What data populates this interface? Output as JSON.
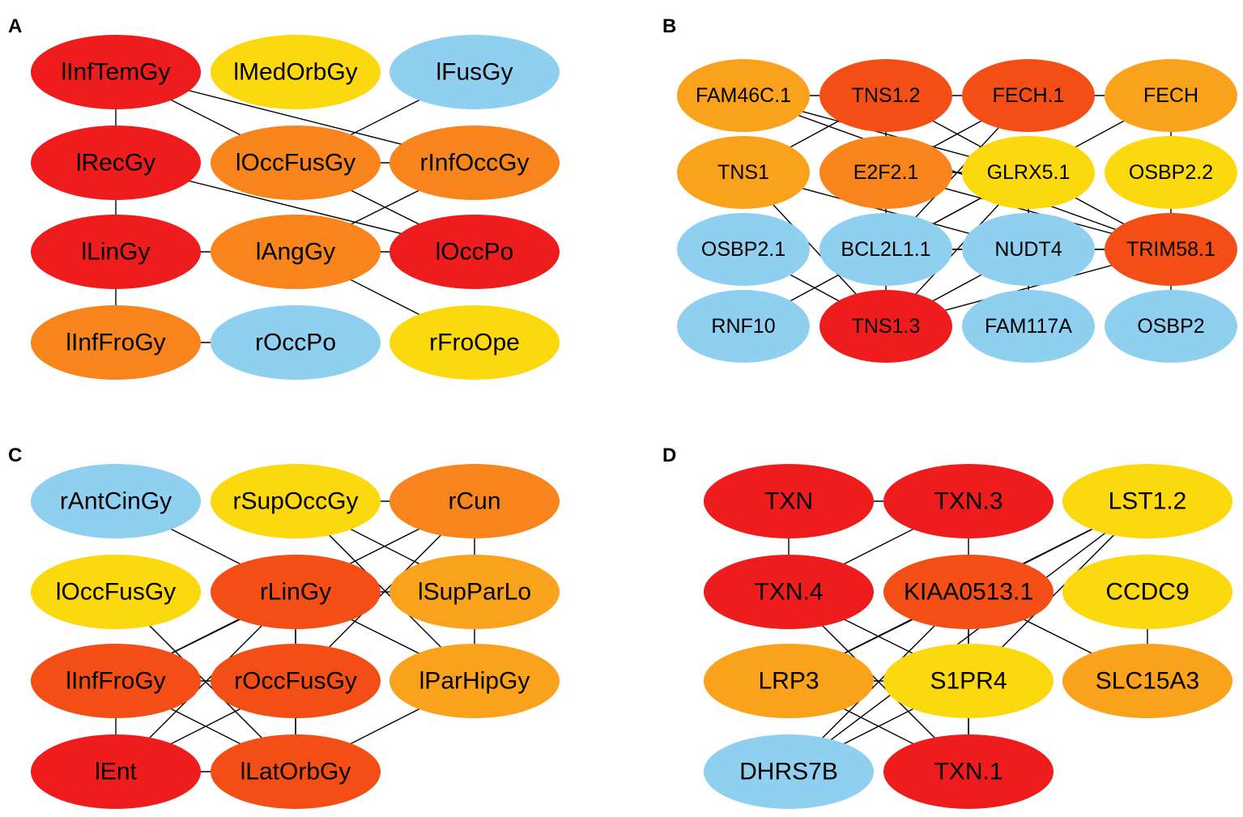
{
  "colors": {
    "red": "#ee1c1c",
    "red_orange": "#f24e16",
    "orange": "#f7841d",
    "light_orange": "#fba21c",
    "yellow": "#fcd80e",
    "blue": "#8fd0f0"
  },
  "panels": [
    {
      "label": "A",
      "nodes": [
        {
          "id": "lInfTemGy",
          "label": "lInfTemGy",
          "color": "red",
          "row": 0,
          "col": 0
        },
        {
          "id": "lMedOrbGy",
          "label": "lMedOrbGy",
          "color": "yellow",
          "row": 0,
          "col": 1
        },
        {
          "id": "lFusGy",
          "label": "lFusGy",
          "color": "blue",
          "row": 0,
          "col": 2
        },
        {
          "id": "lRecGy",
          "label": "lRecGy",
          "color": "red",
          "row": 1,
          "col": 0
        },
        {
          "id": "lOccFusGy",
          "label": "lOccFusGy",
          "color": "orange",
          "row": 1,
          "col": 1
        },
        {
          "id": "rInfOccGy",
          "label": "rInfOccGy",
          "color": "orange",
          "row": 1,
          "col": 2
        },
        {
          "id": "lLinGy",
          "label": "lLinGy",
          "color": "red",
          "row": 2,
          "col": 0
        },
        {
          "id": "lAngGy",
          "label": "lAngGy",
          "color": "orange",
          "row": 2,
          "col": 1
        },
        {
          "id": "lOccPo",
          "label": "lOccPo",
          "color": "red",
          "row": 2,
          "col": 2
        },
        {
          "id": "lInfFroGy",
          "label": "lInfFroGy",
          "color": "orange",
          "row": 3,
          "col": 0
        },
        {
          "id": "rOccPo",
          "label": "rOccPo",
          "color": "blue",
          "row": 3,
          "col": 1
        },
        {
          "id": "rFroOpe",
          "label": "rFroOpe",
          "color": "yellow",
          "row": 3,
          "col": 2
        }
      ],
      "edges": [
        [
          "lInfTemGy",
          "lRecGy"
        ],
        [
          "lInfTemGy",
          "lOccFusGy"
        ],
        [
          "lInfTemGy",
          "rInfOccGy"
        ],
        [
          "lFusGy",
          "lOccFusGy"
        ],
        [
          "lOccFusGy",
          "rInfOccGy"
        ],
        [
          "lOccFusGy",
          "lOccPo"
        ],
        [
          "rInfOccGy",
          "lAngGy"
        ],
        [
          "lRecGy",
          "lLinGy"
        ],
        [
          "lRecGy",
          "lOccPo"
        ],
        [
          "lLinGy",
          "lAngGy"
        ],
        [
          "lLinGy",
          "lInfFroGy"
        ],
        [
          "lAngGy",
          "lOccPo"
        ],
        [
          "lAngGy",
          "rFroOpe"
        ],
        [
          "lInfFroGy",
          "rOccPo"
        ]
      ]
    },
    {
      "label": "B",
      "nodes": [
        {
          "id": "FAM46C.1",
          "label": "FAM46C.1",
          "color": "light_orange",
          "row": 0,
          "col": 0
        },
        {
          "id": "TNS1.2",
          "label": "TNS1.2",
          "color": "red_orange",
          "row": 0,
          "col": 1
        },
        {
          "id": "FECH.1",
          "label": "FECH.1",
          "color": "red_orange",
          "row": 0,
          "col": 2
        },
        {
          "id": "FECH",
          "label": "FECH",
          "color": "light_orange",
          "row": 0,
          "col": 3
        },
        {
          "id": "TNS1",
          "label": "TNS1",
          "color": "light_orange",
          "row": 1,
          "col": 0
        },
        {
          "id": "E2F2.1",
          "label": "E2F2.1",
          "color": "orange",
          "row": 1,
          "col": 1
        },
        {
          "id": "GLRX5.1",
          "label": "GLRX5.1",
          "color": "yellow",
          "row": 1,
          "col": 2
        },
        {
          "id": "OSBP2.2",
          "label": "OSBP2.2",
          "color": "yellow",
          "row": 1,
          "col": 3
        },
        {
          "id": "OSBP2.1",
          "label": "OSBP2.1",
          "color": "blue",
          "row": 2,
          "col": 0
        },
        {
          "id": "BCL2L1.1",
          "label": "BCL2L1.1",
          "color": "blue",
          "row": 2,
          "col": 1
        },
        {
          "id": "NUDT4",
          "label": "NUDT4",
          "color": "blue",
          "row": 2,
          "col": 2
        },
        {
          "id": "TRIM58.1",
          "label": "TRIM58.1",
          "color": "red_orange",
          "row": 2,
          "col": 3
        },
        {
          "id": "RNF10",
          "label": "RNF10",
          "color": "blue",
          "row": 3,
          "col": 0
        },
        {
          "id": "TNS1.3",
          "label": "TNS1.3",
          "color": "red",
          "row": 3,
          "col": 1
        },
        {
          "id": "FAM117A",
          "label": "FAM117A",
          "color": "blue",
          "row": 3,
          "col": 2
        },
        {
          "id": "OSBP2",
          "label": "OSBP2",
          "color": "blue",
          "row": 3,
          "col": 3
        }
      ],
      "edges": [
        [
          "FAM46C.1",
          "TNS1.2"
        ],
        [
          "TNS1.2",
          "FECH.1"
        ],
        [
          "FECH.1",
          "FECH"
        ],
        [
          "FAM46C.1",
          "GLRX5.1"
        ],
        [
          "FAM46C.1",
          "TRIM58.1"
        ],
        [
          "TNS1.2",
          "TNS1"
        ],
        [
          "TNS1.2",
          "E2F2.1"
        ],
        [
          "FECH.1",
          "E2F2.1"
        ],
        [
          "FECH.1",
          "BCL2L1.1"
        ],
        [
          "FECH",
          "OSBP2.2"
        ],
        [
          "FECH",
          "BCL2L1.1"
        ],
        [
          "TNS1.2",
          "GLRX5.1"
        ],
        [
          "E2F2.1",
          "GLRX5.1"
        ],
        [
          "E2F2.1",
          "BCL2L1.1"
        ],
        [
          "E2F2.1",
          "TRIM58.1"
        ],
        [
          "TNS1",
          "TNS1.3"
        ],
        [
          "TNS1",
          "NUDT4"
        ],
        [
          "GLRX5.1",
          "BCL2L1.1"
        ],
        [
          "GLRX5.1",
          "NUDT4"
        ],
        [
          "GLRX5.1",
          "TNS1.3"
        ],
        [
          "GLRX5.1",
          "TRIM58.1"
        ],
        [
          "OSBP2.2",
          "TRIM58.1"
        ],
        [
          "BCL2L1.1",
          "NUDT4"
        ],
        [
          "BCL2L1.1",
          "TNS1.3"
        ],
        [
          "BCL2L1.1",
          "TRIM58.1"
        ],
        [
          "NUDT4",
          "TRIM58.1"
        ],
        [
          "NUDT4",
          "TNS1.3"
        ],
        [
          "NUDT4",
          "FAM117A"
        ],
        [
          "RNF10",
          "BCL2L1.1"
        ],
        [
          "TRIM58.1",
          "OSBP2"
        ],
        [
          "TRIM58.1",
          "TNS1.3"
        ],
        [
          "OSBP2.1",
          "TNS1.3"
        ]
      ]
    },
    {
      "label": "C",
      "nodes": [
        {
          "id": "rAntCinGy",
          "label": "rAntCinGy",
          "color": "blue",
          "row": 0,
          "col": 0
        },
        {
          "id": "rSupOccGy",
          "label": "rSupOccGy",
          "color": "yellow",
          "row": 0,
          "col": 1
        },
        {
          "id": "rCun",
          "label": "rCun",
          "color": "orange",
          "row": 0,
          "col": 2
        },
        {
          "id": "lOccFusGy",
          "label": "lOccFusGy",
          "color": "yellow",
          "row": 1,
          "col": 0
        },
        {
          "id": "rLinGy",
          "label": "rLinGy",
          "color": "red_orange",
          "row": 1,
          "col": 1
        },
        {
          "id": "lSupParLo",
          "label": "lSupParLo",
          "color": "light_orange",
          "row": 1,
          "col": 2
        },
        {
          "id": "lInfFroGy",
          "label": "lInfFroGy",
          "color": "red_orange",
          "row": 2,
          "col": 0
        },
        {
          "id": "rOccFusGy",
          "label": "rOccFusGy",
          "color": "red_orange",
          "row": 2,
          "col": 1
        },
        {
          "id": "lParHipGy",
          "label": "lParHipGy",
          "color": "light_orange",
          "row": 2,
          "col": 2
        },
        {
          "id": "lEnt",
          "label": "lEnt",
          "color": "red",
          "row": 3,
          "col": 0
        },
        {
          "id": "lLatOrbGy",
          "label": "lLatOrbGy",
          "color": "red_orange",
          "row": 3,
          "col": 1
        }
      ],
      "edges": [
        [
          "rSupOccGy",
          "rCun"
        ],
        [
          "rAntCinGy",
          "rLinGy"
        ],
        [
          "rSupOccGy",
          "lSupParLo"
        ],
        [
          "rSupOccGy",
          "lParHipGy"
        ],
        [
          "rCun",
          "lSupParLo"
        ],
        [
          "rCun",
          "rOccFusGy"
        ],
        [
          "rCun",
          "lInfFroGy"
        ],
        [
          "rLinGy",
          "lSupParLo"
        ],
        [
          "rLinGy",
          "rOccFusGy"
        ],
        [
          "rLinGy",
          "lInfFroGy"
        ],
        [
          "rLinGy",
          "lEnt"
        ],
        [
          "rLinGy",
          "lParHipGy"
        ],
        [
          "lSupParLo",
          "lParHipGy"
        ],
        [
          "lOccFusGy",
          "lLatOrbGy"
        ],
        [
          "lInfFroGy",
          "rOccFusGy"
        ],
        [
          "lInfFroGy",
          "lEnt"
        ],
        [
          "lInfFroGy",
          "lLatOrbGy"
        ],
        [
          "rOccFusGy",
          "lEnt"
        ],
        [
          "rOccFusGy",
          "lLatOrbGy"
        ],
        [
          "lEnt",
          "lLatOrbGy"
        ],
        [
          "lParHipGy",
          "lLatOrbGy"
        ],
        [
          "rLinGy",
          "lLatOrbGy"
        ]
      ]
    },
    {
      "label": "D",
      "nodes": [
        {
          "id": "TXN",
          "label": "TXN",
          "color": "red",
          "row": 0,
          "col": 0
        },
        {
          "id": "TXN.3",
          "label": "TXN.3",
          "color": "red",
          "row": 0,
          "col": 1
        },
        {
          "id": "LST1.2",
          "label": "LST1.2",
          "color": "yellow",
          "row": 0,
          "col": 2
        },
        {
          "id": "TXN.4",
          "label": "TXN.4",
          "color": "red",
          "row": 1,
          "col": 0
        },
        {
          "id": "KIAA0513.1",
          "label": "KIAA0513.1",
          "color": "red_orange",
          "row": 1,
          "col": 1
        },
        {
          "id": "CCDC9",
          "label": "CCDC9",
          "color": "yellow",
          "row": 1,
          "col": 2
        },
        {
          "id": "LRP3",
          "label": "LRP3",
          "color": "light_orange",
          "row": 2,
          "col": 0
        },
        {
          "id": "S1PR4",
          "label": "S1PR4",
          "color": "yellow",
          "row": 2,
          "col": 1
        },
        {
          "id": "SLC15A3",
          "label": "SLC15A3",
          "color": "light_orange",
          "row": 2,
          "col": 2
        },
        {
          "id": "DHRS7B",
          "label": "DHRS7B",
          "color": "blue",
          "row": 3,
          "col": 0
        },
        {
          "id": "TXN.1",
          "label": "TXN.1",
          "color": "red",
          "row": 3,
          "col": 1
        }
      ],
      "edges": [
        [
          "TXN",
          "TXN.3"
        ],
        [
          "TXN",
          "TXN.4"
        ],
        [
          "TXN.3",
          "TXN.4"
        ],
        [
          "TXN.3",
          "KIAA0513.1"
        ],
        [
          "LST1.2",
          "KIAA0513.1"
        ],
        [
          "LST1.2",
          "LRP3"
        ],
        [
          "LST1.2",
          "S1PR4"
        ],
        [
          "LST1.2",
          "DHRS7B"
        ],
        [
          "TXN.4",
          "S1PR4"
        ],
        [
          "TXN.4",
          "TXN.1"
        ],
        [
          "KIAA0513.1",
          "LRP3"
        ],
        [
          "KIAA0513.1",
          "S1PR4"
        ],
        [
          "KIAA0513.1",
          "SLC15A3"
        ],
        [
          "KIAA0513.1",
          "DHRS7B"
        ],
        [
          "KIAA0513.1",
          "TXN.1"
        ],
        [
          "CCDC9",
          "SLC15A3"
        ],
        [
          "LRP3",
          "S1PR4"
        ],
        [
          "LRP3",
          "TXN.1"
        ],
        [
          "S1PR4",
          "TXN.1"
        ],
        [
          "S1PR4",
          "DHRS7B"
        ]
      ]
    }
  ]
}
